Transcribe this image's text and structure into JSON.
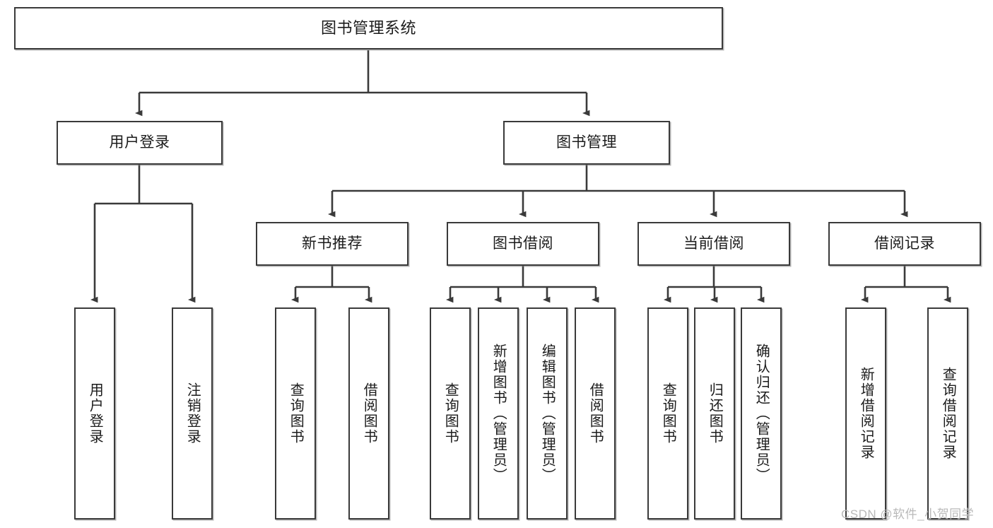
{
  "diagram": {
    "type": "tree-flowchart",
    "title_node": "图书管理系统",
    "watermark": "CSDN @软件_小贺同学",
    "colors": {
      "box_border": "#3a3a3a",
      "box_fill": "#ffffff",
      "connector": "#3a3a3a",
      "text": "#1b1b1b",
      "watermark": "#b9b9b9"
    },
    "nodes": {
      "root": {
        "label": "图书管理系统"
      },
      "level2": [
        {
          "label": "用户登录"
        },
        {
          "label": "图书管理"
        }
      ],
      "level3": [
        {
          "label": "新书推荐"
        },
        {
          "label": "图书借阅"
        },
        {
          "label": "当前借阅"
        },
        {
          "label": "借阅记录"
        }
      ],
      "leaves_user_login": [
        {
          "label": "用户登录"
        },
        {
          "label": "注销登录"
        }
      ],
      "leaves_new_book": [
        {
          "label": "查询图书"
        },
        {
          "label": "借阅图书"
        }
      ],
      "leaves_borrow": [
        {
          "label": "查询图书"
        },
        {
          "label": "新增图书（管理员）"
        },
        {
          "label": "编辑图书（管理员）"
        },
        {
          "label": "借阅图书"
        }
      ],
      "leaves_current": [
        {
          "label": "查询图书"
        },
        {
          "label": "归还图书"
        },
        {
          "label": "确认归还（管理员）"
        }
      ],
      "leaves_records": [
        {
          "label": "新增借阅记录"
        },
        {
          "label": "查询借阅记录"
        }
      ]
    }
  }
}
